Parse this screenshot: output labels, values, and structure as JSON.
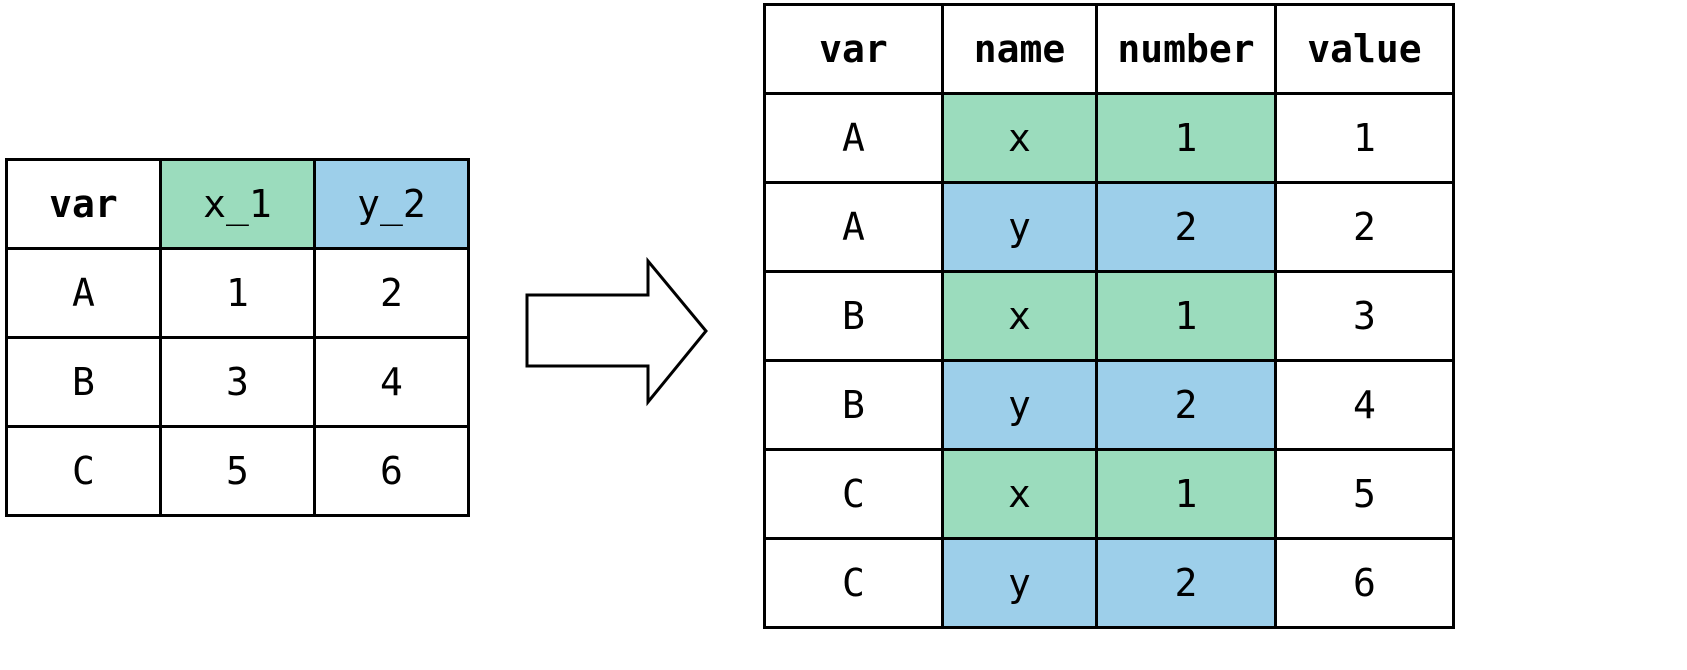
{
  "wide": {
    "headers": [
      "var",
      "x_1",
      "y_2"
    ],
    "rows": [
      [
        "A",
        "1",
        "2"
      ],
      [
        "B",
        "3",
        "4"
      ],
      [
        "C",
        "5",
        "6"
      ]
    ]
  },
  "long": {
    "headers": [
      "var",
      "name",
      "number",
      "value"
    ],
    "rows": [
      [
        "A",
        "x",
        "1",
        "1"
      ],
      [
        "A",
        "y",
        "2",
        "2"
      ],
      [
        "B",
        "x",
        "1",
        "3"
      ],
      [
        "B",
        "y",
        "2",
        "4"
      ],
      [
        "C",
        "x",
        "1",
        "5"
      ],
      [
        "C",
        "y",
        "2",
        "6"
      ]
    ]
  },
  "colors": {
    "x_highlight": "#9bdcbd",
    "y_highlight": "#9dcfea",
    "border": "#000000"
  },
  "icons": {
    "transform": "right-arrow-icon"
  }
}
